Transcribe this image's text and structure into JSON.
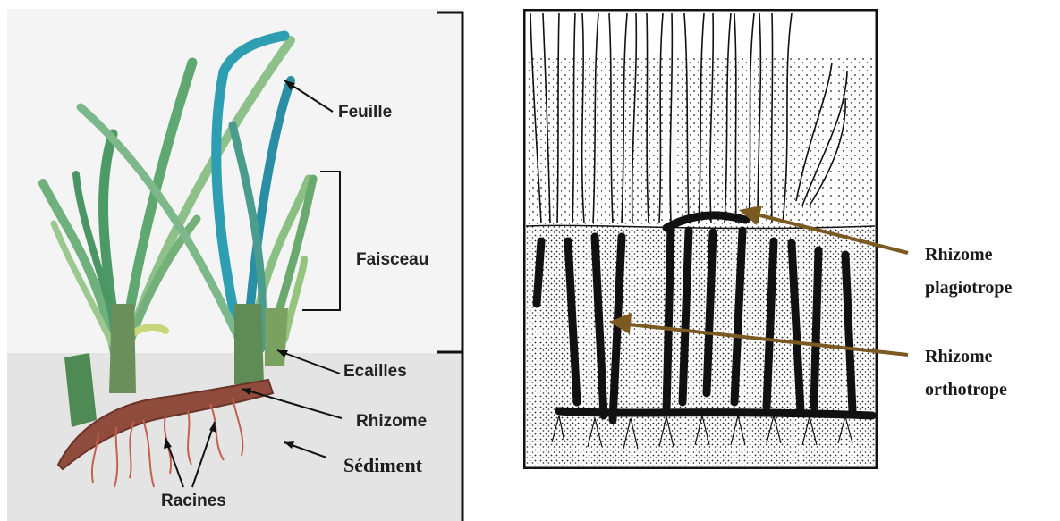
{
  "left_panel": {
    "labels": {
      "leaf": "Feuille",
      "bundle": "Faisceau",
      "scales": "Ecailles",
      "rhizome": "Rhizome",
      "sediment": "Sédiment",
      "roots": "Racines"
    },
    "colors": {
      "sediment_band": "#e6e6e6",
      "leaf_green": "#5aa46e",
      "leaf_teal": "#2a9fae",
      "rhizome": "#8a4a3a",
      "roots": "#c25a4a"
    }
  },
  "right_panel": {
    "labels": {
      "plagiotrope_line1": "Rhizome",
      "plagiotrope_line2": "plagiotrope",
      "orthotrope_line1": "Rhizome",
      "orthotrope_line2": "orthotrope"
    },
    "colors": {
      "arrow": "#7a5a20",
      "ink": "#111111"
    }
  }
}
